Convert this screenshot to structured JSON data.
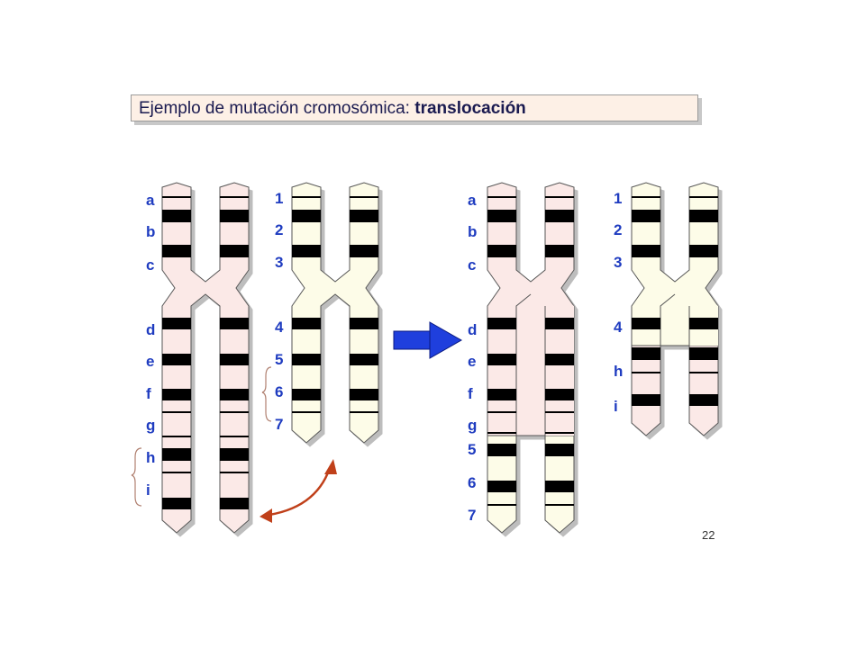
{
  "title": {
    "prefix": "Ejemplo de mutación cromosómica: ",
    "bold": "translocación"
  },
  "page_number": "22",
  "colors": {
    "label": "#1f3cc0",
    "chromosome_a_fill": "#fbe9e7",
    "chromosome_b_fill": "#fdfce8",
    "band": "#000000",
    "arrow_blue": "#1f3fdd",
    "arrow_curve": "#c0401a",
    "title_bg": "#fdf0e6"
  },
  "labels": {
    "chrom_a": [
      "a",
      "b",
      "c",
      "d",
      "e",
      "f",
      "g",
      "h",
      "i"
    ],
    "chrom_b": [
      "1",
      "2",
      "3",
      "4",
      "5",
      "6",
      "7"
    ],
    "chrom_a_after": [
      "a",
      "b",
      "c",
      "d",
      "e",
      "f",
      "g",
      "5",
      "6",
      "7"
    ],
    "chrom_b_after": [
      "1",
      "2",
      "3",
      "4",
      "h",
      "i"
    ]
  }
}
